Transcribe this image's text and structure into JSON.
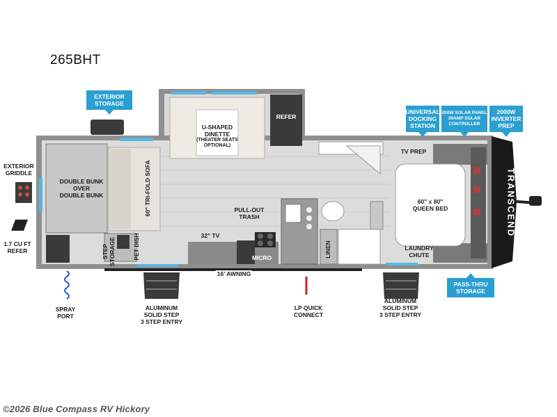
{
  "model": "265BHT",
  "brand_text": "TRANSCEND",
  "watermark": "©2026 Blue Compass RV Hickory",
  "colors": {
    "callout": "#2a9fd0",
    "wall": "#8f8f8f",
    "floor": "#d9d9d9",
    "cabinet": "#3a3a3a",
    "window": "#5ab6e0"
  },
  "labels": {
    "double_bunk": "DOUBLE BUNK\nOVER\nDOUBLE BUNK",
    "tri_fold_sofa": "60\" TRI-FOLD SOFA",
    "u_dinette": "U-SHAPED\nDINETTE",
    "theater_seats": "(THEATER SEATS\nOPTIONAL)",
    "refer": "REFER",
    "tv_prep": "TV PREP",
    "queen_bed": "60\" x 80\"\nQUEEN BED",
    "pullout_trash": "PULL-OUT\nTRASH",
    "tv32": "32\" TV",
    "micro": "MICRO",
    "linen": "LINEN",
    "laundry_chute": "LAUNDRY\nCHUTE",
    "step_storage": "STEP\nSTORAGE",
    "pet_dish": "PET DISH",
    "awning": "16' AWNING",
    "exterior_griddle": "EXTERIOR\nGRIDDLE",
    "cu_ft_refer": "1.7 CU FT\nREFER",
    "spray_port": "SPRAY\nPORT",
    "aluminum_step_left": "ALUMINUM\nSOLID STEP\n3 STEP ENTRY",
    "lp_quick_connect": "LP QUICK\nCONNECT",
    "aluminum_step_right": "ALUMINUM\nSOLID STEP\n3 STEP ENTRY"
  },
  "callouts": {
    "exterior_storage": "EXTERIOR\nSTORAGE",
    "universal_docking": "UNIVERSAL\nDOCKING\nSTATION",
    "solar": "200W SOLAR PANEL\n30AMP SOLAR\nCONTROLLER",
    "inverter": "2000W\nINVERTER\nPREP",
    "pass_thru_storage": "PASS-THRU\nSTORAGE"
  }
}
